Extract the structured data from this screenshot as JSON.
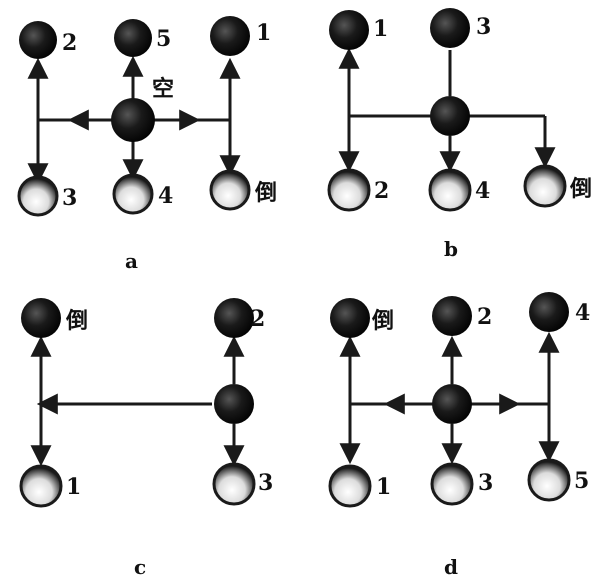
{
  "diagrams": [
    {
      "caption": "a",
      "nodes": [
        {
          "id": "n2",
          "label": "2"
        },
        {
          "id": "n5",
          "label": "5"
        },
        {
          "id": "n1",
          "label": "1"
        },
        {
          "id": "center",
          "label": "空"
        },
        {
          "id": "n3",
          "label": "3"
        },
        {
          "id": "n4",
          "label": "4"
        },
        {
          "id": "rev",
          "label": "倒"
        }
      ]
    },
    {
      "caption": "b",
      "nodes": [
        {
          "id": "n1",
          "label": "1"
        },
        {
          "id": "n3",
          "label": "3"
        },
        {
          "id": "center",
          "label": ""
        },
        {
          "id": "n2",
          "label": "2"
        },
        {
          "id": "n4",
          "label": "4"
        },
        {
          "id": "rev",
          "label": "倒"
        }
      ]
    },
    {
      "caption": "c",
      "nodes": [
        {
          "id": "rev",
          "label": "倒"
        },
        {
          "id": "n2",
          "label": "2"
        },
        {
          "id": "center",
          "label": ""
        },
        {
          "id": "n1",
          "label": "1"
        },
        {
          "id": "n3",
          "label": "3"
        }
      ]
    },
    {
      "caption": "d",
      "nodes": [
        {
          "id": "rev",
          "label": "倒"
        },
        {
          "id": "n2",
          "label": "2"
        },
        {
          "id": "n4",
          "label": "4"
        },
        {
          "id": "center",
          "label": ""
        },
        {
          "id": "n1",
          "label": "1"
        },
        {
          "id": "n3",
          "label": "3"
        },
        {
          "id": "n5",
          "label": "5"
        }
      ]
    }
  ],
  "colors": {
    "knob": "#1a1a1a",
    "line": "#1a1a1a",
    "highlight": "#ffffff"
  }
}
